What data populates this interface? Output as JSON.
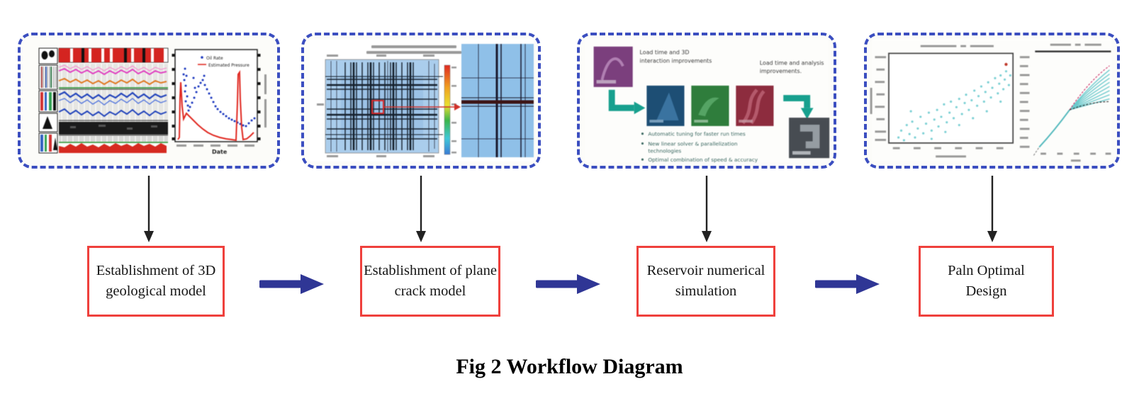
{
  "caption": "Fig 2 Workflow Diagram",
  "colors": {
    "panel_border_blue": "#3b4ec0",
    "box_border_red": "#ef403c",
    "flow_arrow_blue": "#2f3695",
    "down_arrow_black": "#222222",
    "teal_arrow": "#17a08e",
    "grid_model_blue": "#a8cdec",
    "scatter_teal": "#64c8cc"
  },
  "steps": [
    {
      "lines": [
        "Establishment of 3D",
        "geological model"
      ]
    },
    {
      "lines": [
        "Establishment of plane",
        "crack model"
      ]
    },
    {
      "lines": [
        "Reservoir numerical",
        "simulation"
      ]
    },
    {
      "lines": [
        "Paln Optimal",
        "Design"
      ]
    }
  ],
  "panel1": {
    "legend": [
      "Oil Rate",
      "Estimated Pressure"
    ],
    "xlabel": "Date"
  },
  "panel3": {
    "caption_left": [
      "Load time and 3D",
      "interaction improvements"
    ],
    "caption_right": [
      "Load time and analysis",
      "improvements."
    ],
    "bullet_lines": [
      "Automatic tuning for faster run times",
      "New linear solver & parallelization",
      "technologies",
      "Optimal combination of speed & accuracy"
    ]
  }
}
